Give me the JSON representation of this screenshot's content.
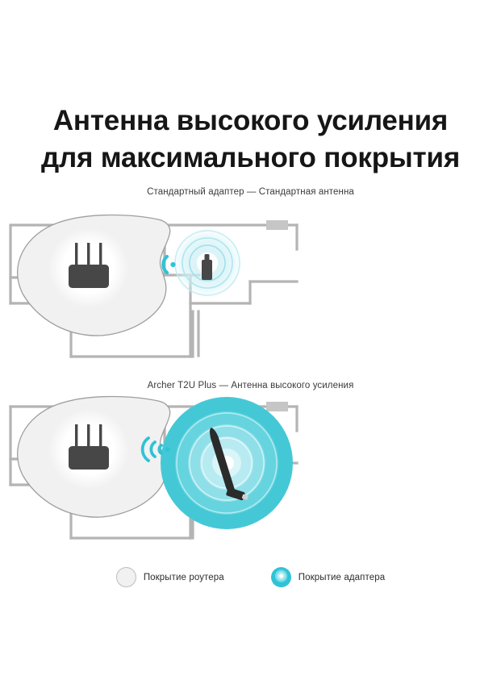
{
  "headline": {
    "line1": "Антенна высокого усиления",
    "line2": "для максимального покрытия"
  },
  "diagrams": [
    {
      "id": "standard",
      "caption": "Стандартный адаптер — Стандартная антенна",
      "router_icon": "wifi-router-icon",
      "adapter_icon": "usb-adapter-icon",
      "signal_icon": "wifi-signal-weak-icon",
      "signal_bars": 1,
      "adapter_coverage_radius": 38,
      "router_coverage": "irregular-blob"
    },
    {
      "id": "archer",
      "caption": "Archer T2U Plus — Антенна высокого усиления",
      "router_icon": "wifi-router-icon",
      "adapter_icon": "high-gain-antenna-icon",
      "signal_icon": "wifi-signal-strong-icon",
      "signal_bars": 3,
      "adapter_coverage_radius": 82,
      "router_coverage": "irregular-blob"
    }
  ],
  "legend": {
    "items": [
      {
        "label": "Покрытие роутера",
        "swatch": "router-coverage-swatch",
        "color": "#f1f1f1"
      },
      {
        "label": "Покрытие адаптера",
        "swatch": "adapter-coverage-swatch",
        "color": "#2ec3d6"
      }
    ]
  },
  "colors": {
    "accent_cyan": "#2ec3d6",
    "cyan_mid": "#7adbe8",
    "cyan_light": "#b8ecf3",
    "cyan_faint": "#d9f4f8",
    "wall_gray": "#b0b0b0",
    "wall_dark": "#9a9a9a",
    "coverage_fill": "#f1f1f1",
    "coverage_stroke": "#9e9e9e",
    "device_dark": "#474747",
    "text_dark": "#161616",
    "background": "#ffffff"
  }
}
